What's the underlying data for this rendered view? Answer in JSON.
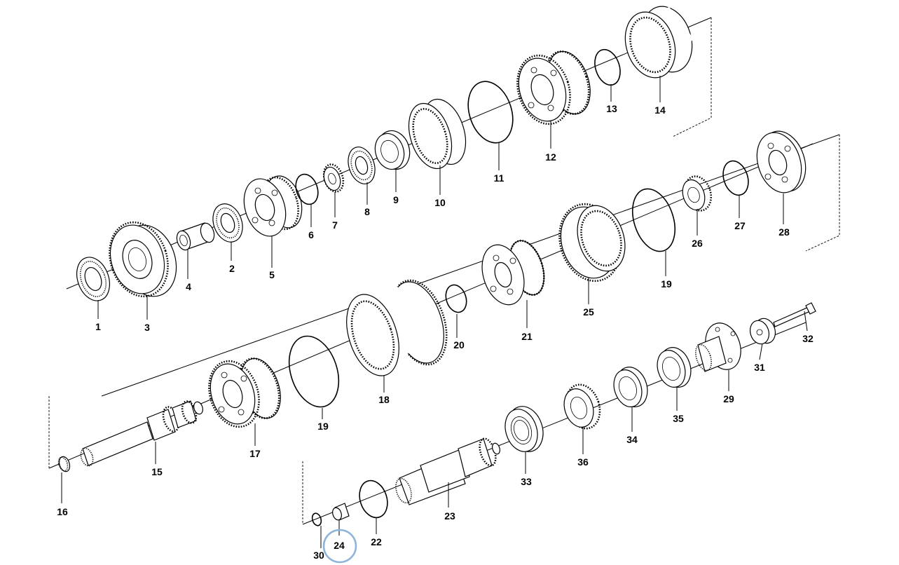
{
  "diagram": {
    "highlight_color": "#8fb4d9",
    "highlighted_callout": "24",
    "callouts": {
      "c1": "1",
      "c2": "2",
      "c3": "3",
      "c4": "4",
      "c5": "5",
      "c6": "6",
      "c7": "7",
      "c8": "8",
      "c9": "9",
      "c10": "10",
      "c11": "11",
      "c12": "12",
      "c13": "13",
      "c14": "14",
      "c15": "15",
      "c16": "16",
      "c17": "17",
      "c18": "18",
      "c19a": "19",
      "c19b": "19",
      "c20": "20",
      "c21": "21",
      "c22": "22",
      "c23": "23",
      "c24": "24",
      "c25": "25",
      "c26": "26",
      "c27": "27",
      "c28": "28",
      "c29": "29",
      "c30": "30",
      "c31": "31",
      "c32": "32",
      "c33": "33",
      "c34": "34",
      "c35": "35",
      "c36": "36"
    }
  }
}
